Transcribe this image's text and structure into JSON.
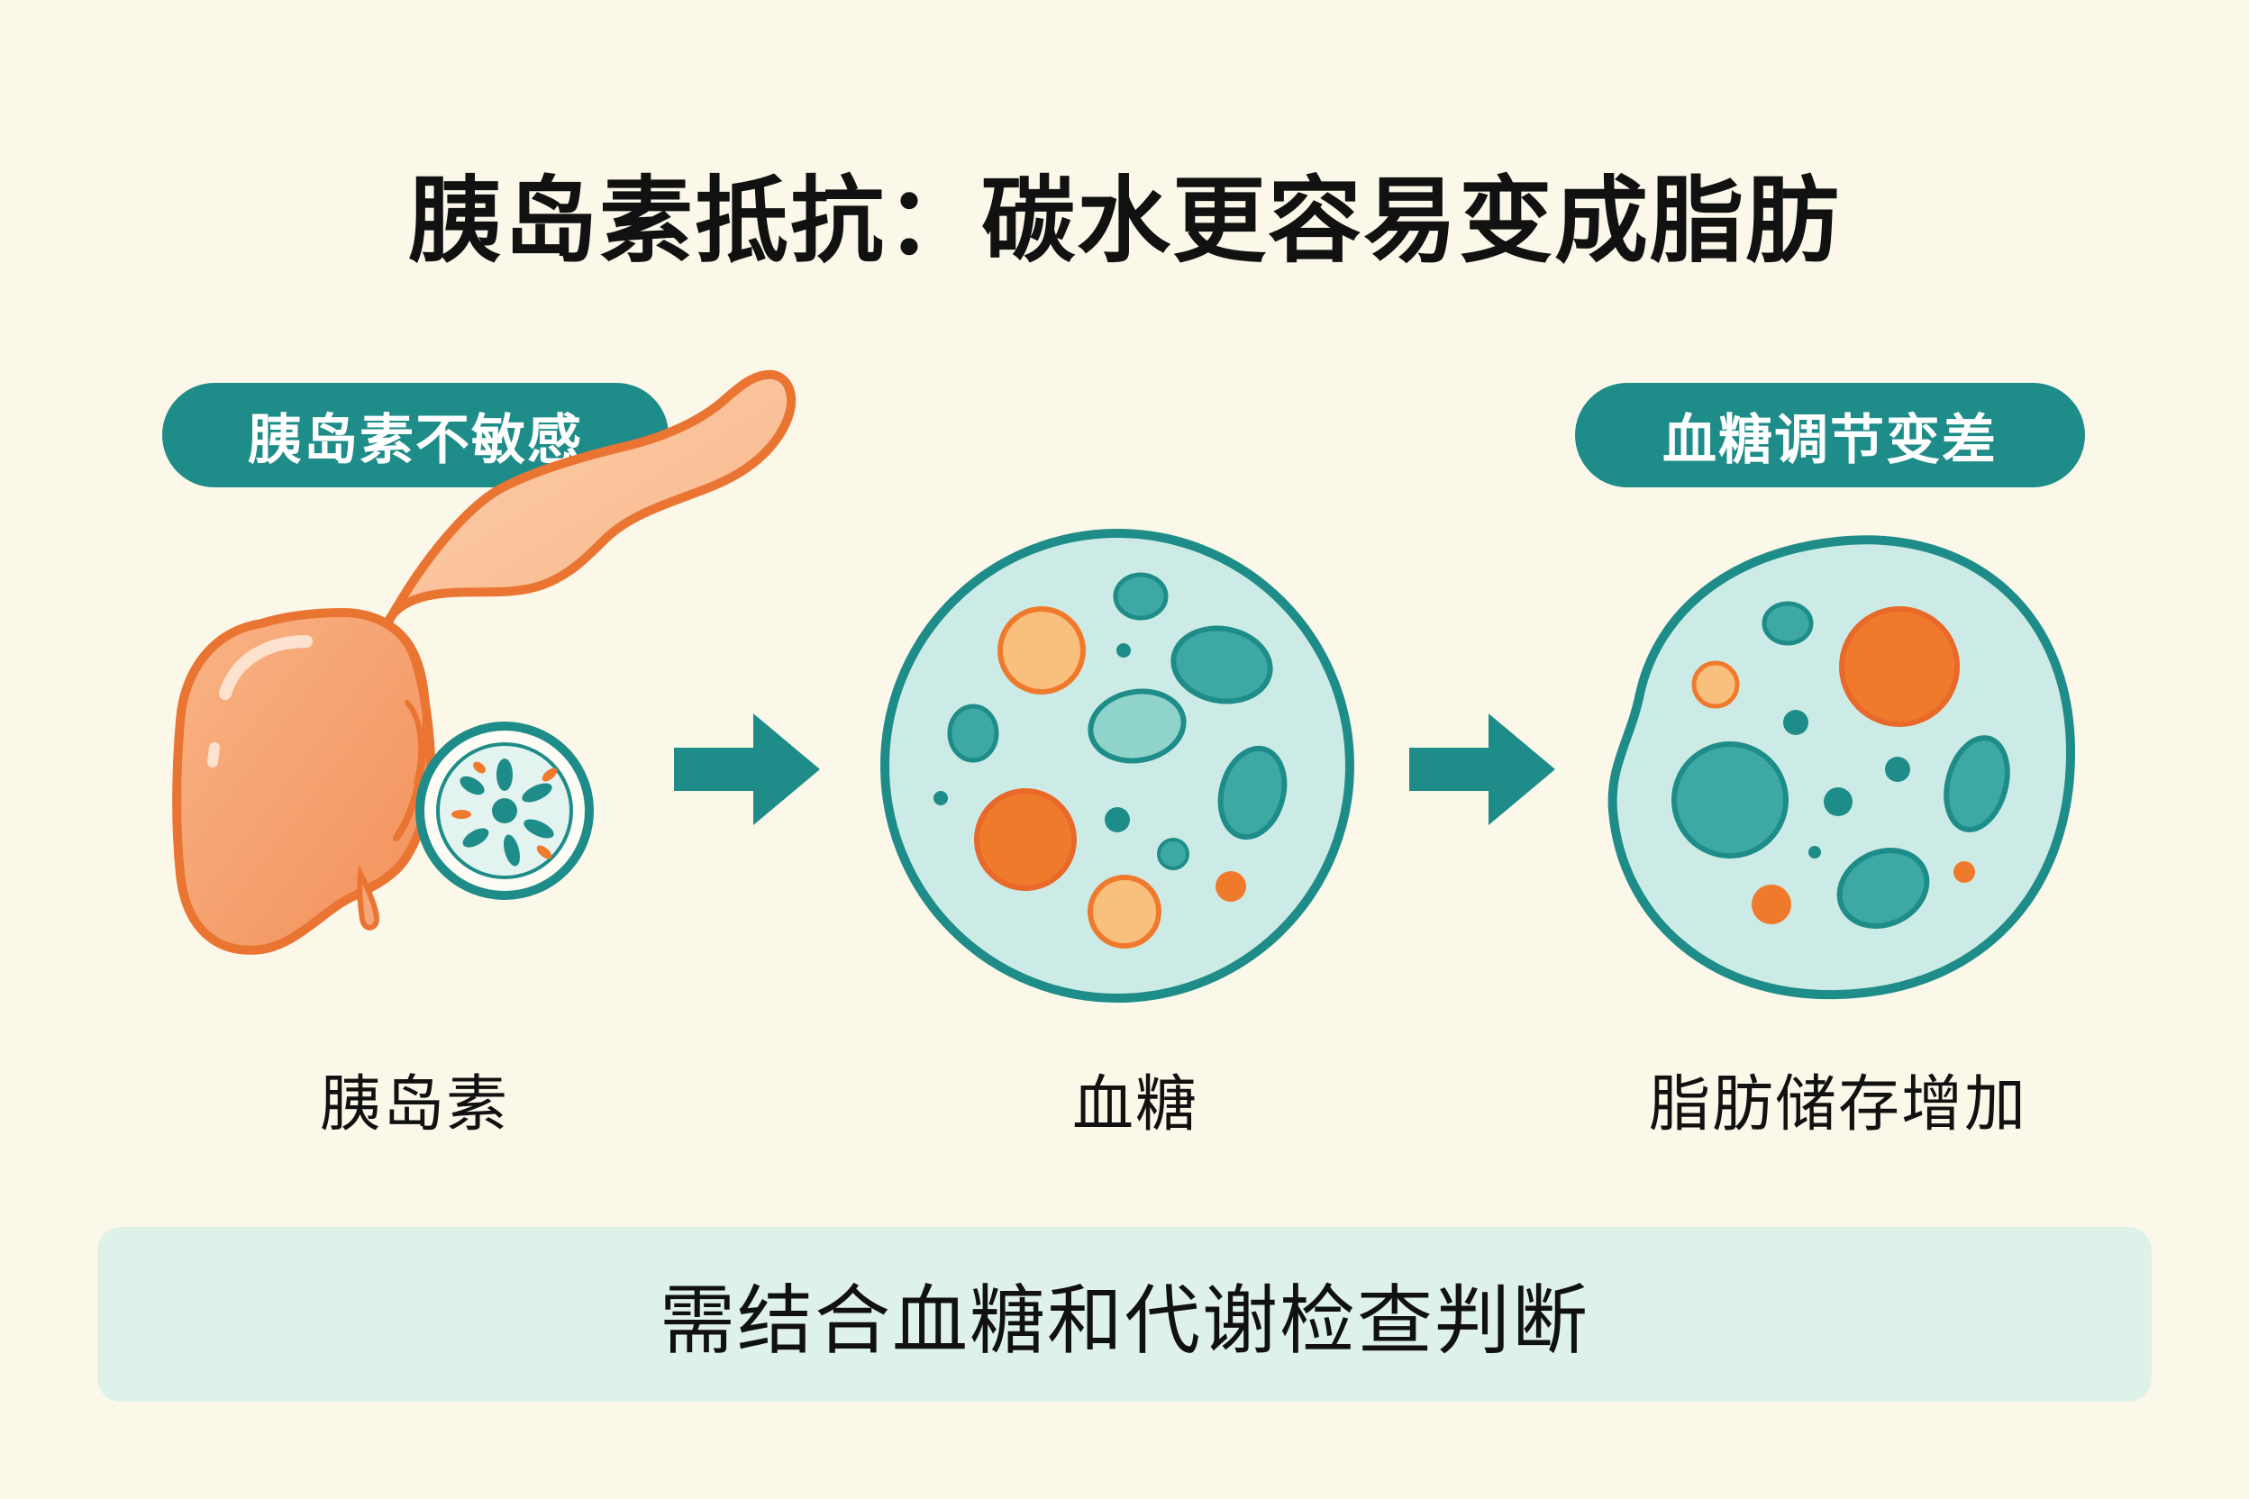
{
  "title": "胰岛素抵抗：碳水更容易变成脂肪",
  "tags": {
    "left": "胰岛素不敏感",
    "right": "血糖调节变差"
  },
  "labels": {
    "pancreas": "胰岛素",
    "blood_sugar": "血糖",
    "fat": "脂肪储存增加"
  },
  "note": "需结合血糖和代谢检查判断",
  "colors": {
    "background": "#fbf8ea",
    "teal": "#1e8c88",
    "orange": "#f07a2c",
    "light_teal": "#cdebe6",
    "note_box": "#dff2ea"
  },
  "icons": [
    "pancreas-icon",
    "insulin-cell-icon",
    "arrow-right-icon",
    "blood-cell-icon",
    "fat-cell-icon"
  ]
}
